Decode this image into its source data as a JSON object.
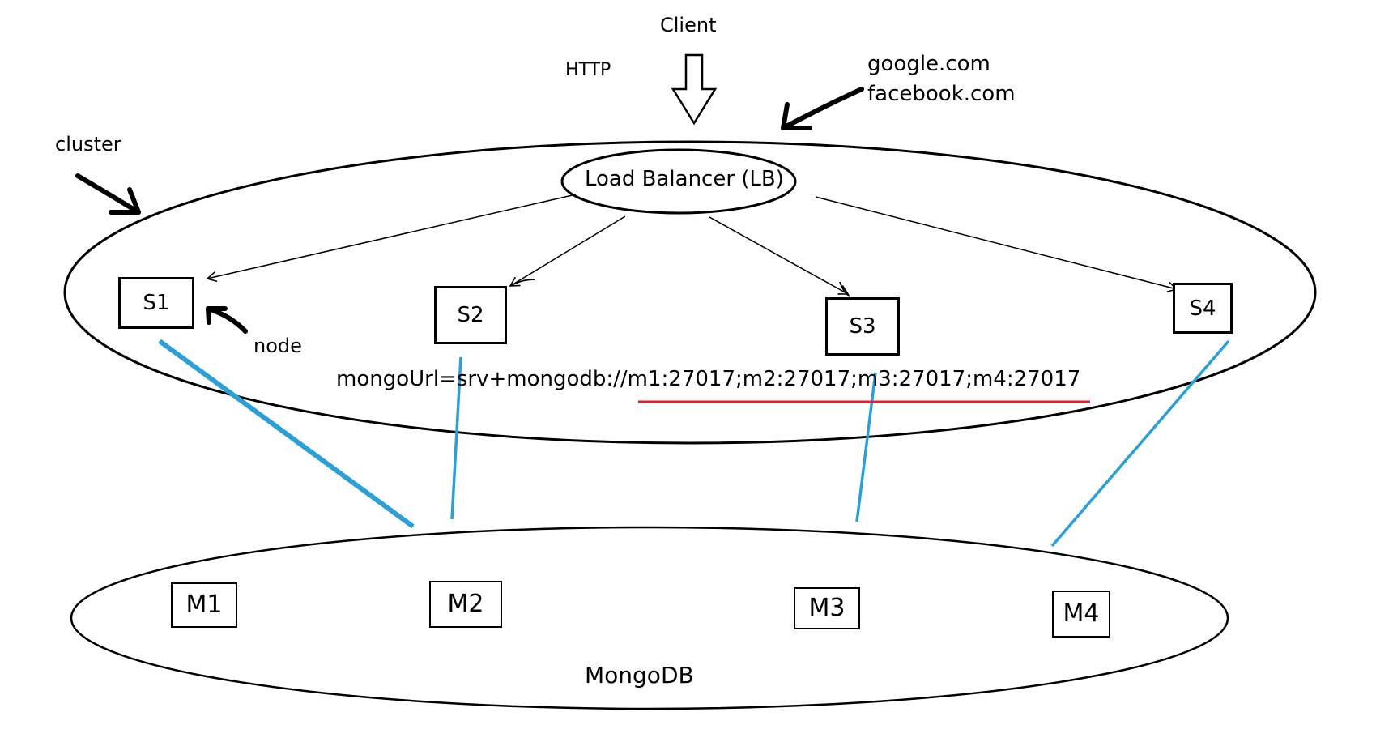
{
  "labels": {
    "client": "Client",
    "http": "HTTP",
    "google": "google.com",
    "facebook": "facebook.com",
    "cluster": "cluster",
    "node": "node",
    "load_balancer": "Load Balancer (LB)",
    "mongo_url": "mongoUrl=srv+mongodb://m1:27017;m2:27017;m3:27017;m4:27017",
    "mongodb": "MongoDB"
  },
  "servers": [
    "S1",
    "S2",
    "S3",
    "S4"
  ],
  "databases": [
    "M1",
    "M2",
    "M3",
    "M4"
  ],
  "colors": {
    "connection_line": "#2a9fd8",
    "underline": "#e0242c",
    "stroke": "#000000"
  }
}
